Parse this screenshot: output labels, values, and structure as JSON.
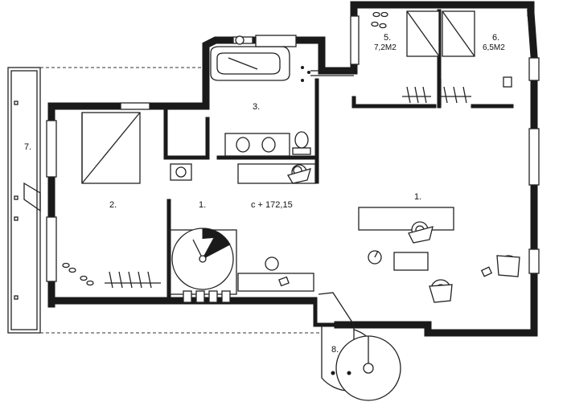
{
  "plan": {
    "rooms": [
      {
        "id": "living",
        "label": "1."
      },
      {
        "id": "bedroom",
        "label": "2."
      },
      {
        "id": "bath",
        "label": "3."
      },
      {
        "id": "bedroom5",
        "label": "5.",
        "area": "7,2M2"
      },
      {
        "id": "bedroom6",
        "label": "6.",
        "area": "6,5M2"
      },
      {
        "id": "balcony",
        "label": "7."
      },
      {
        "id": "stair",
        "label": "8."
      },
      {
        "id": "office",
        "label": "1."
      }
    ],
    "level_mark": "c + 172,15"
  }
}
